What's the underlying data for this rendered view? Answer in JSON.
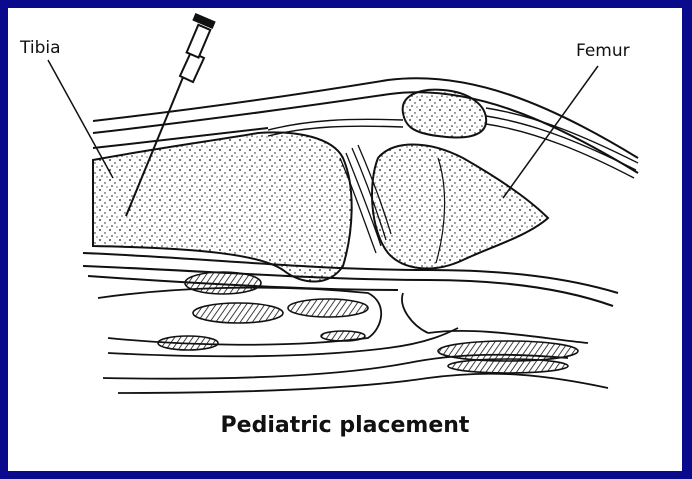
{
  "labels": {
    "tibia": "Tibia",
    "femur": "Femur"
  },
  "caption": "Pediatric placement",
  "colors": {
    "frame": "#0a0a8c",
    "panel": "#ffffff",
    "ink": "#111111"
  },
  "icons": [
    "syringe-needle-icon"
  ]
}
